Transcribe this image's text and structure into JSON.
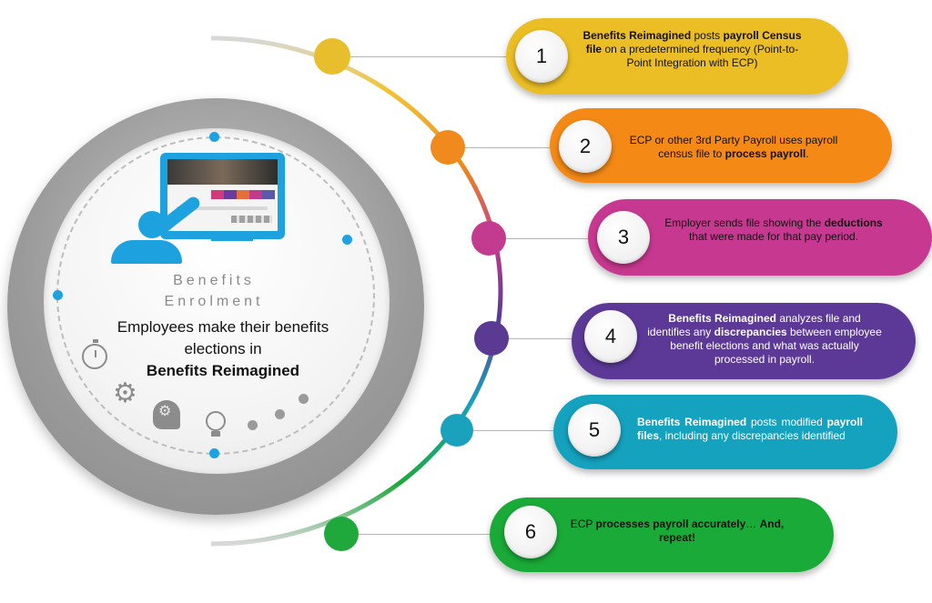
{
  "center": {
    "title_line1": "Benefits",
    "title_line2": "Enrolment",
    "text_line1": "Employees make their  benefits",
    "text_line2": "elections in",
    "text_bold": "Benefits Reimagined"
  },
  "icons": [
    "presenter-icon",
    "stopwatch-icon",
    "gear-icon",
    "head-gears-icon",
    "lightbulb-icon"
  ],
  "steps": [
    {
      "number": "1",
      "color": "#e9be2c",
      "parts": [
        {
          "t": "Benefits Reimagined",
          "b": true
        },
        {
          "t": " posts ",
          "b": false
        },
        {
          "t": "payroll Census file",
          "b": true
        },
        {
          "t": " on a predetermined  frequency (Point-to-Point Integration with ECP)",
          "b": false
        }
      ]
    },
    {
      "number": "2",
      "color": "#f08a1c",
      "parts": [
        {
          "t": "ECP or other 3rd Party Payroll  uses payroll census file  to ",
          "b": false
        },
        {
          "t": "process payroll",
          "b": true
        },
        {
          "t": ".",
          "b": false
        }
      ]
    },
    {
      "number": "3",
      "color": "#c23b8e",
      "parts": [
        {
          "t": "Employer sends file  showing the ",
          "b": false
        },
        {
          "t": "deductions",
          "b": true
        },
        {
          "t": "  that were made for that  pay period.",
          "b": false
        }
      ]
    },
    {
      "number": "4",
      "color": "#5b3a93",
      "parts": [
        {
          "t": "Benefits Reimagined",
          "b": true
        },
        {
          "t": " analyzes file and identifies any ",
          "b": false
        },
        {
          "t": "discrepancies",
          "b": true
        },
        {
          "t": "  between employee benefit  elections and what was actually processed in payroll.",
          "b": false
        }
      ]
    },
    {
      "number": "5",
      "color": "#1aa1bc",
      "parts": [
        {
          "t": "Benefits  Reimagined",
          "b": true
        },
        {
          "t": "  posts  modified ",
          "b": false
        },
        {
          "t": "payroll files",
          "b": true
        },
        {
          "t": ", including any  discrepancies identified",
          "b": false
        }
      ]
    },
    {
      "number": "6",
      "color": "#1fa83c",
      "parts": [
        {
          "t": "ECP ",
          "b": false
        },
        {
          "t": "processes  payroll accurately",
          "b": true
        },
        {
          "t": "…  ",
          "b": false
        },
        {
          "t": "And, repeat!",
          "b": true
        }
      ]
    }
  ]
}
